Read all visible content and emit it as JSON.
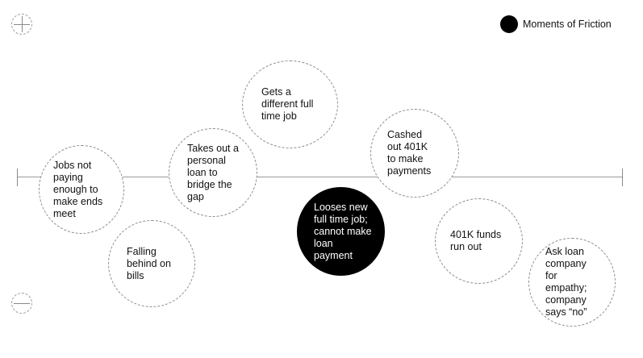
{
  "legend": {
    "label": "Moments of Friction",
    "marker_color": "#000000"
  },
  "controls": {
    "zoom_in_icon": "plus-icon",
    "zoom_out_icon": "minus-icon"
  },
  "events": [
    {
      "id": "jobs-not-paying",
      "text": "Jobs not paying enough to make ends meet",
      "friction": false
    },
    {
      "id": "falling-behind",
      "text": "Falling behind on bills",
      "friction": false
    },
    {
      "id": "personal-loan",
      "text": "Takes out a personal loan to bridge the gap",
      "friction": false
    },
    {
      "id": "different-job",
      "text": "Gets a different full time job",
      "friction": false
    },
    {
      "id": "looses-job",
      "text": "Looses new full time job; cannot make loan payment",
      "friction": true
    },
    {
      "id": "cashed-401k",
      "text": "Cashed out 401K to make payments",
      "friction": false
    },
    {
      "id": "401k-run-out",
      "text": "401K funds run out",
      "friction": false
    },
    {
      "id": "ask-empathy",
      "text": "Ask loan company for empathy; company says “no”",
      "friction": false
    }
  ]
}
